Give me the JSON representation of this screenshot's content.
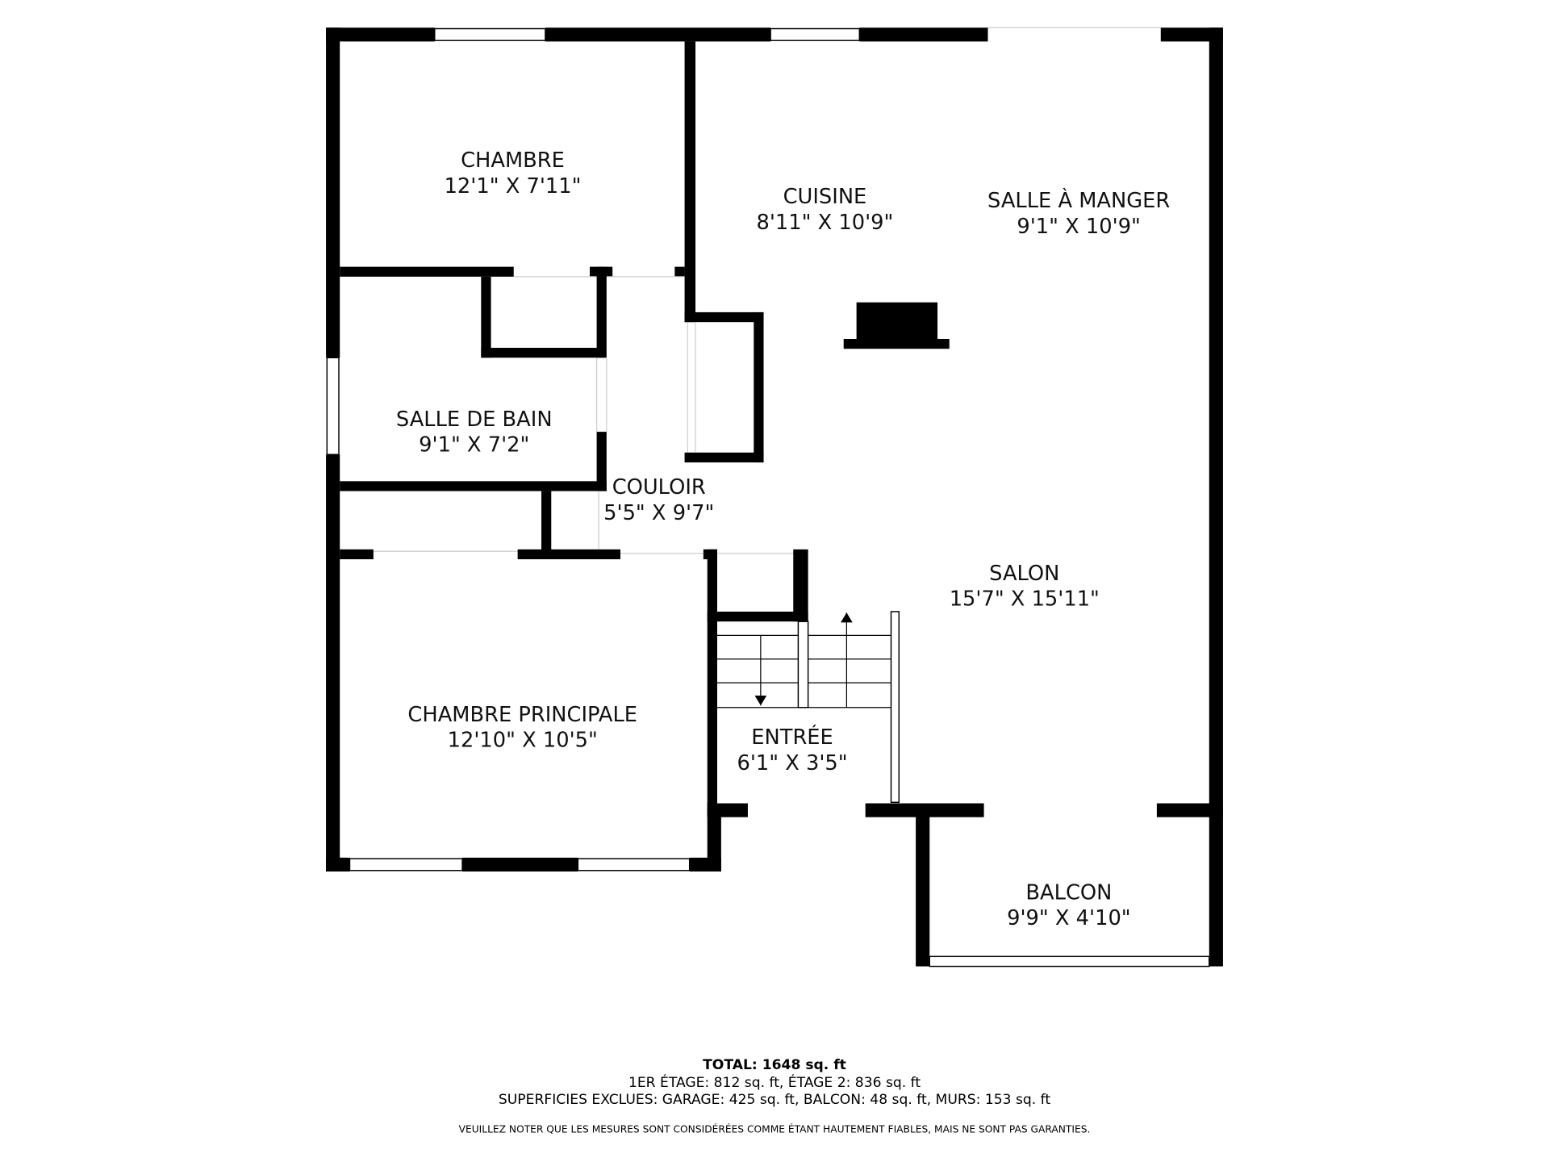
{
  "rooms": {
    "chambre": {
      "name": "CHAMBRE",
      "dims": "12'1\" X 7'11\""
    },
    "cuisine": {
      "name": "CUISINE",
      "dims": "8'11\" X 10'9\""
    },
    "salle_a_manger": {
      "name": "SALLE À MANGER",
      "dims": "9'1\" X 10'9\""
    },
    "salle_de_bain": {
      "name": "SALLE DE BAIN",
      "dims": "9'1\" X 7'2\""
    },
    "couloir": {
      "name": "COULOIR",
      "dims": "5'5\" X 9'7\""
    },
    "salon": {
      "name": "SALON",
      "dims": "15'7\" X 15'11\""
    },
    "chambre_principale": {
      "name": "CHAMBRE PRINCIPALE",
      "dims": "12'10\" X 10'5\""
    },
    "entree": {
      "name": "ENTRÉE",
      "dims": "6'1\" X 3'5\""
    },
    "balcon": {
      "name": "BALCON",
      "dims": "9'9\" X 4'10\""
    }
  },
  "footer": {
    "total": "TOTAL: 1648 sq. ft",
    "floors": "1ER ÉTAGE: 812 sq. ft, ÉTAGE 2: 836 sq. ft",
    "excluded": "SUPERFICIES EXCLUES: GARAGE: 425 sq. ft, BALCON: 48 sq. ft, MURS: 153 sq. ft",
    "disclaimer": "VEUILLEZ NOTER QUE LES MESURES SONT CONSIDÉRÉES COMME ÉTANT HAUTEMENT FIABLES, MAIS NE SONT PAS GARANTIES."
  }
}
